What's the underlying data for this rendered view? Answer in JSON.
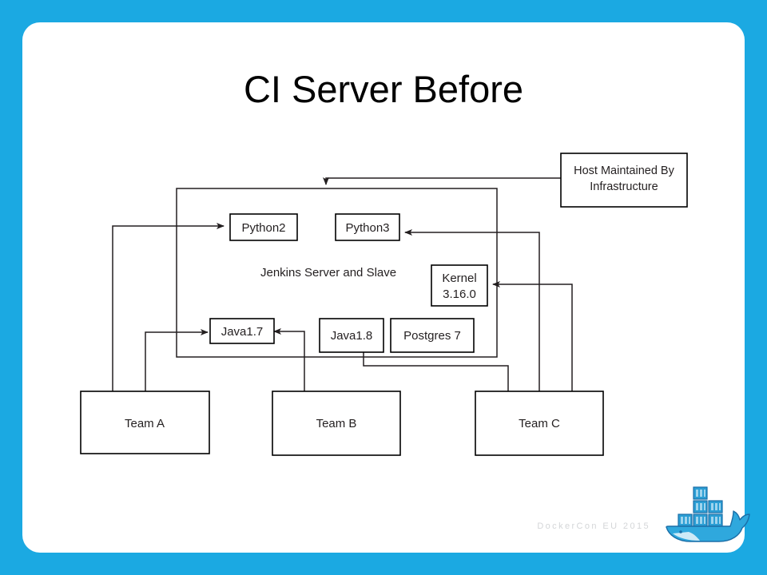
{
  "slide": {
    "title": "CI Server Before",
    "background_color": "#1BA9E2",
    "card_color": "#ffffff",
    "footer_watermark": "DockerCon EU 2015",
    "logo_name": "docker-whale-logo"
  },
  "diagram": {
    "type": "block-diagram",
    "host_box": {
      "line1": "Host Maintained By",
      "line2": "Infrastructure"
    },
    "container_label": "Jenkins Server and Slave",
    "components": [
      {
        "id": "python2",
        "label": "Python2"
      },
      {
        "id": "python3",
        "label": "Python3"
      },
      {
        "id": "kernel",
        "line1": "Kernel",
        "line2": "3.16.0"
      },
      {
        "id": "java17",
        "label": "Java1.7"
      },
      {
        "id": "java18",
        "label": "Java1.8"
      },
      {
        "id": "postgres7",
        "label": "Postgres 7"
      }
    ],
    "teams": [
      {
        "id": "team-a",
        "label": "Team A"
      },
      {
        "id": "team-b",
        "label": "Team B"
      },
      {
        "id": "team-c",
        "label": "Team C"
      }
    ],
    "connections": [
      {
        "from": "host",
        "to": "jenkins-container"
      },
      {
        "from": "team-a",
        "to": "python2"
      },
      {
        "from": "team-a",
        "to": "java17"
      },
      {
        "from": "team-b",
        "to": "java17"
      },
      {
        "from": "team-c",
        "to": "python3"
      },
      {
        "from": "team-c",
        "to": "kernel"
      },
      {
        "from": "team-c",
        "to": "java18"
      }
    ],
    "stroke_color": "#231f20"
  }
}
